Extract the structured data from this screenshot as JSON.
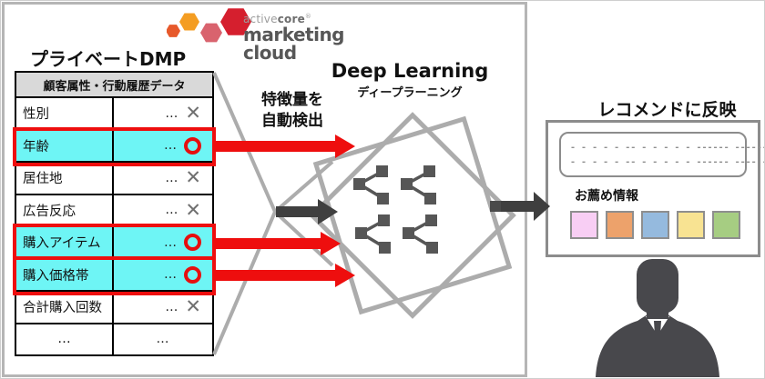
{
  "logo": {
    "brand_light": "active",
    "brand_bold": "core",
    "registered": "®",
    "product": "marketing cloud",
    "hex_colors": [
      "#e7592b",
      "#f49d22",
      "#d9636e",
      "#d51f2e"
    ]
  },
  "dmp": {
    "title": "プライベートDMP",
    "table": {
      "header": "顧客属性・行動履歴データ",
      "rows": [
        {
          "label": "性別",
          "dots": "…",
          "mark": "cross",
          "highlighted": false
        },
        {
          "label": "年齢",
          "dots": "…",
          "mark": "circle",
          "highlighted": true
        },
        {
          "label": "居住地",
          "dots": "…",
          "mark": "cross",
          "highlighted": false
        },
        {
          "label": "広告反応",
          "dots": "…",
          "mark": "cross",
          "highlighted": false
        },
        {
          "label": "購入アイテム",
          "dots": "…",
          "mark": "circle",
          "highlighted": true
        },
        {
          "label": "購入価格帯",
          "dots": "…",
          "mark": "circle",
          "highlighted": true
        },
        {
          "label": "合計購入回数",
          "dots": "…",
          "mark": "cross",
          "highlighted": false
        },
        {
          "label": "…",
          "dots": "…",
          "mark": "none",
          "highlighted": false
        }
      ]
    }
  },
  "pipeline": {
    "feature_line1": "特徴量を",
    "feature_line2": "自動検出",
    "dl_title": "Deep Learning",
    "dl_subtitle": "ディープラーニング"
  },
  "recommend": {
    "title": "レコメンドに反映",
    "placeholder_row1": "- - - - - -- - - - - -   ------ -------",
    "placeholder_row2": "- - - - - -- - - - - -  ------ ---- -----",
    "info_label": "お薦め情報",
    "swatches": [
      {
        "name": "pink",
        "color": "#f8cef4"
      },
      {
        "name": "orange",
        "color": "#eda26b"
      },
      {
        "name": "blue",
        "color": "#95bade"
      },
      {
        "name": "yellow",
        "color": "#f8e392"
      },
      {
        "name": "green",
        "color": "#a6cd82"
      }
    ]
  },
  "colors": {
    "highlight_cyan": "#6ef5f5",
    "highlight_red": "#ee0e0e",
    "arrow_red": "#ee0e0e",
    "arrow_dark": "#3f3f3f",
    "diagram_gray": "#acacac",
    "table_header_bg": "#d9d9d9"
  }
}
